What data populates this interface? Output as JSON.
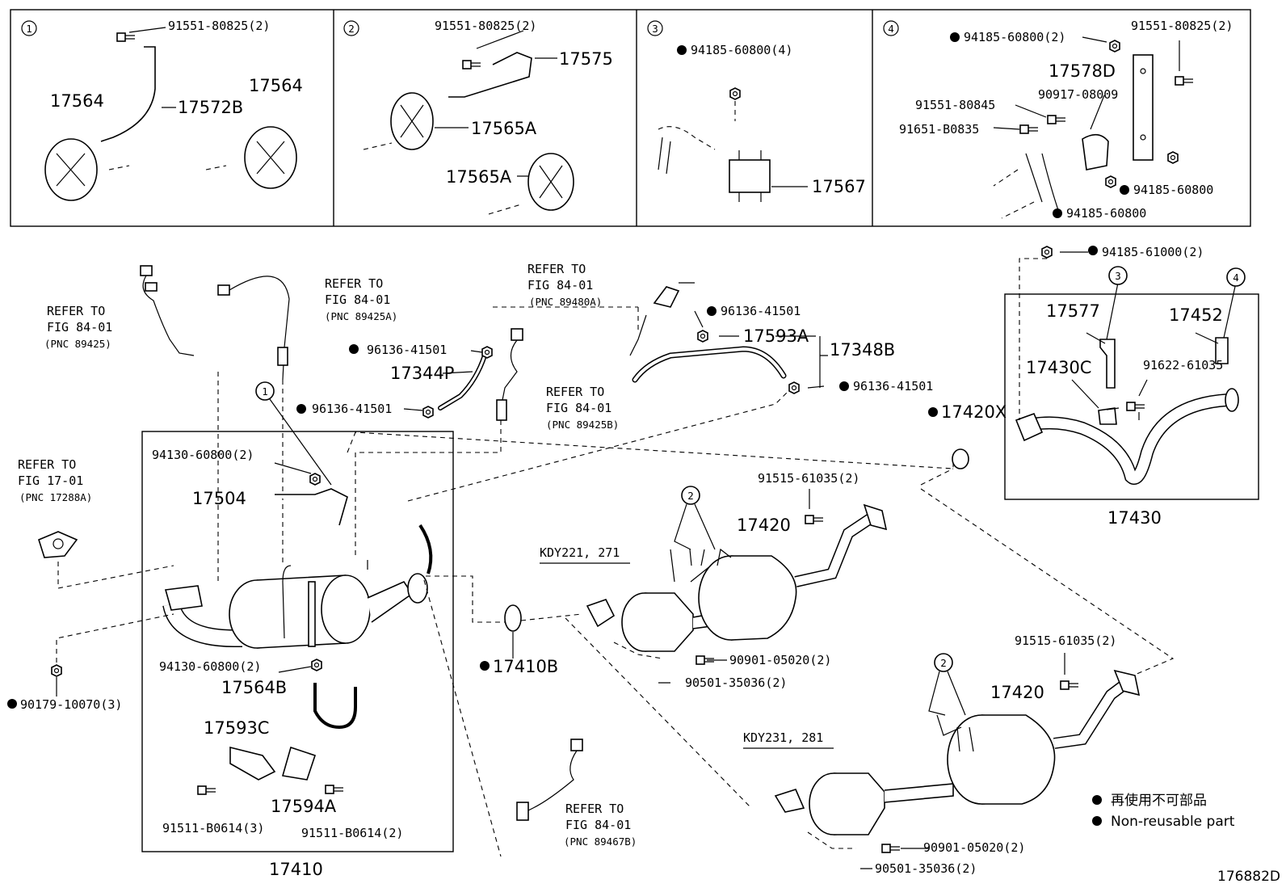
{
  "panels": [
    {
      "num": "1",
      "labels": [
        "91551-80825(2)",
        "17564",
        "17572B",
        "17564"
      ]
    },
    {
      "num": "2",
      "labels": [
        "91551-80825(2)",
        "17575",
        "17565A",
        "17565A"
      ]
    },
    {
      "num": "3",
      "labels": [
        "94185-60800(4)",
        "17567"
      ]
    },
    {
      "num": "4",
      "labels": [
        "94185-60800(2)",
        "91551-80825(2)",
        "17578D",
        "90917-08009",
        "91551-80845",
        "91651-B0835",
        "94185-60800",
        "94185-60800"
      ]
    }
  ],
  "labels": {
    "ref_89425": [
      "REFER TO",
      "FIG 84-01",
      "(PNC 89425)"
    ],
    "ref_89425a": [
      "REFER TO",
      "FIG 84-01",
      "(PNC 89425A)"
    ],
    "ref_89480a": [
      "REFER TO",
      "FIG 84-01",
      "(PNC 89480A)"
    ],
    "ref_89425b": [
      "REFER TO",
      "FIG 84-01",
      "(PNC 89425B)"
    ],
    "ref_17288a": [
      "REFER TO",
      "FIG 17-01",
      "(PNC 17288A)"
    ],
    "ref_89467b": [
      "REFER TO",
      "FIG 84-01",
      "(PNC 89467B)"
    ],
    "p96136_a": "96136-41501",
    "p96136_b": "96136-41501",
    "p96136_c": "96136-41501",
    "p96136_d": "96136-41501",
    "p17344p": "17344P",
    "p17593a": "17593A",
    "p17348b": "17348B",
    "p94185_61000": "94185-61000(2)",
    "p17577": "17577",
    "p17452": "17452",
    "p17430c": "17430C",
    "p91622": "91622-61035",
    "p17430": "17430",
    "p17420x": "17420X",
    "p94130_a": "94130-60800(2)",
    "p17504": "17504",
    "p94130_b": "94130-60800(2)",
    "p17564b": "17564B",
    "p17593c": "17593C",
    "p17594a": "17594A",
    "p91511_a": "91511-B0614(3)",
    "p91511_b": "91511-B0614(2)",
    "p17410": "17410",
    "p17410b": "17410B",
    "p90179": "90179-10070(3)",
    "model_a": "KDY221, 271",
    "model_b": "KDY231, 281",
    "p91515_a": "91515-61035(2)",
    "p17420_a": "17420",
    "p90901_a": "90901-05020(2)",
    "p90501_a": "90501-35036(2)",
    "p91515_b": "91515-61035(2)",
    "p17420_b": "17420",
    "p90901_b": "90901-05020(2)",
    "p90501_b": "90501-35036(2)",
    "callout_1": "1",
    "callout_2a": "2",
    "callout_2b": "2",
    "callout_3": "3",
    "callout_4": "4"
  },
  "legend": {
    "jp": "再使用不可部品",
    "en": "Non-reusable part"
  },
  "figure_id": "176882D"
}
